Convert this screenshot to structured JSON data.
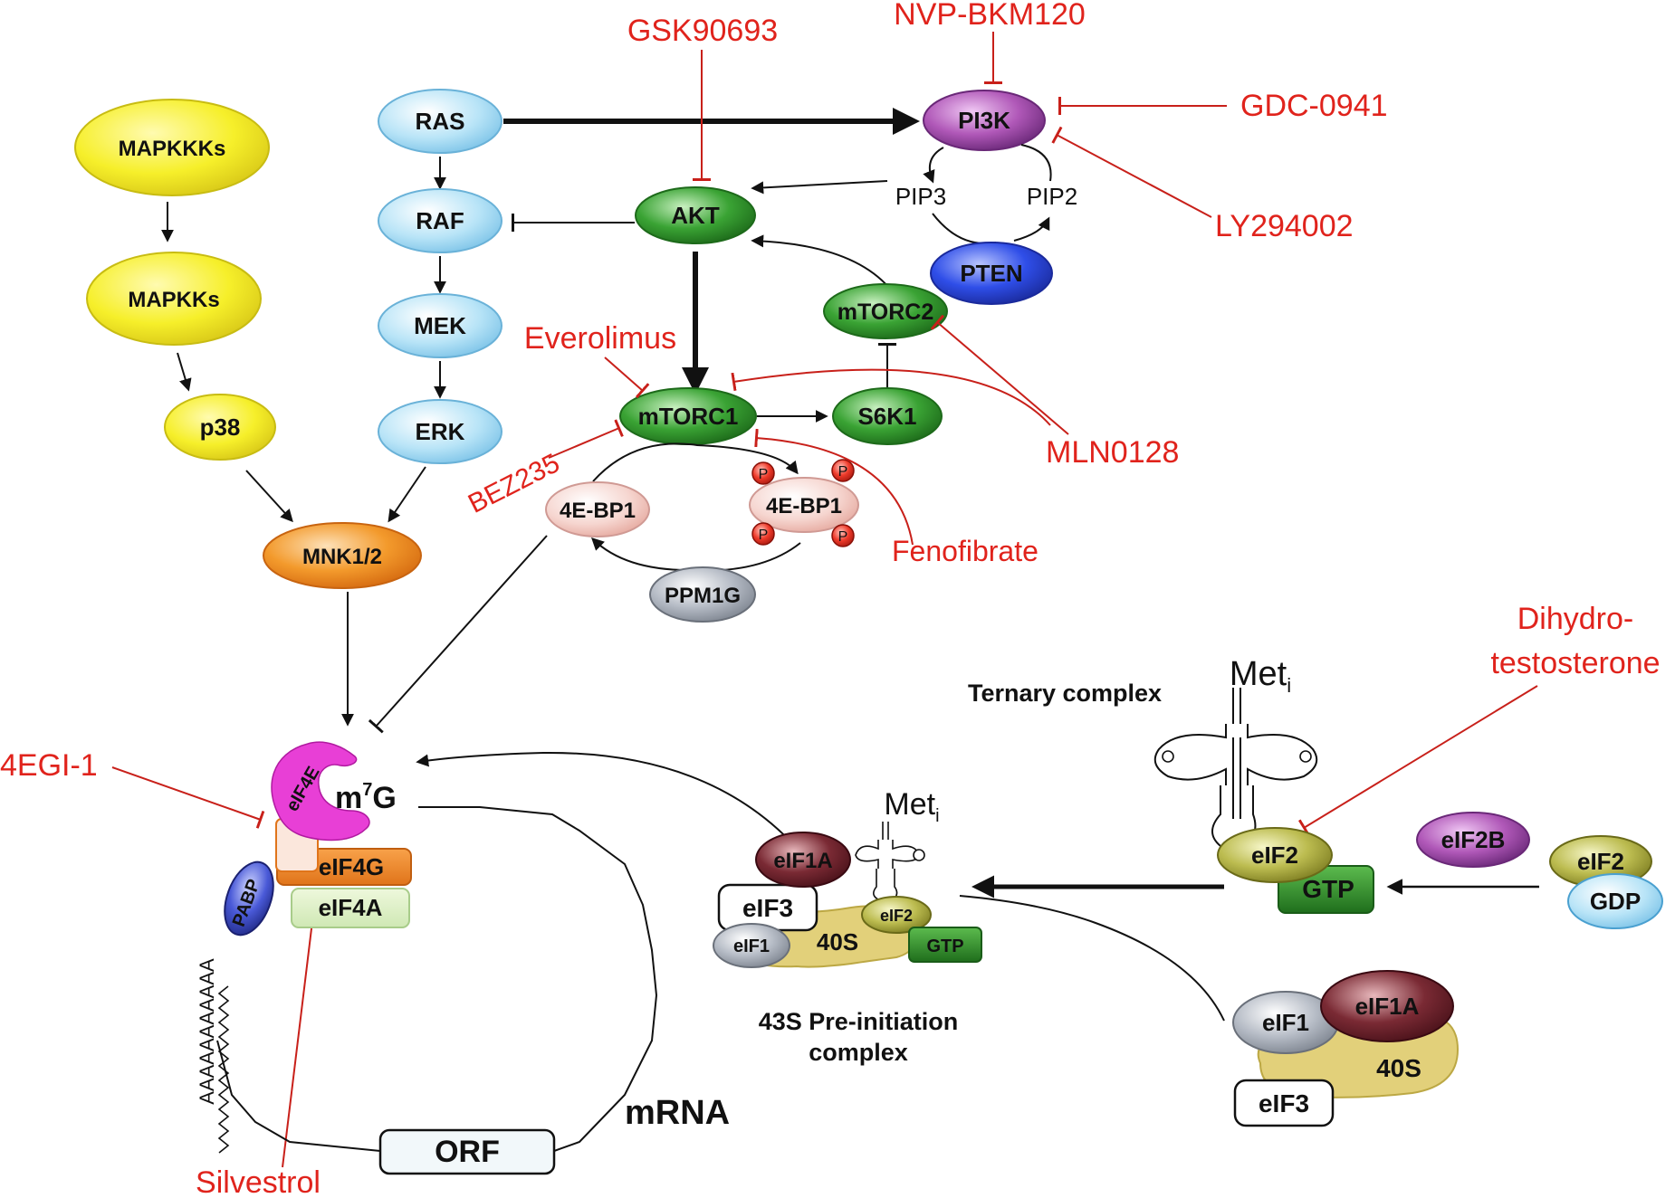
{
  "mapk": {
    "mapkkks": "MAPKKKs",
    "mapkks": "MAPKKs",
    "p38": "p38",
    "mnk": "MNK1/2"
  },
  "ras_path": {
    "ras": "RAS",
    "raf": "RAF",
    "mek": "MEK",
    "erk": "ERK"
  },
  "pi3k_path": {
    "pi3k": "PI3K",
    "pip3": "PIP3",
    "pip2": "PIP2",
    "pten": "PTEN",
    "akt": "AKT",
    "mtorc2": "mTORC2",
    "mtorc1": "mTORC1",
    "s6k1": "S6K1",
    "bp1_left": "4E-BP1",
    "bp1_right": "4E-BP1",
    "p": "P",
    "ppm1g": "PPM1G"
  },
  "drugs": {
    "gsk": "GSK90693",
    "nvp": "NVP-BKM120",
    "gdc": "GDC-0941",
    "ly": "LY294002",
    "everolimus": "Everolimus",
    "mln": "MLN0128",
    "bez": "BEZ235",
    "fenofibrate": "Fenofibrate",
    "egi": "4EGI-1",
    "silvestrol": "Silvestrol",
    "dht_line1": "Dihydro-",
    "dht_line2": "testosterone"
  },
  "cap_complex": {
    "eif4e": "eIF4E",
    "m7g_main": "m",
    "m7g_sup": "7",
    "m7g_tail": "G",
    "eif4g": "eIF4G",
    "eif4a": "eIF4A",
    "pabp": "PABP",
    "polya": "AAAAAAAAAAA",
    "orf": "ORF",
    "mrna": "mRNA"
  },
  "initiation": {
    "ternary_title": "Ternary complex",
    "met": "Met",
    "met_sub": "i",
    "eif2": "eIF2",
    "gtp": "GTP",
    "eif2b": "eIF2B",
    "gdp": "GDP",
    "pic_eif1a": "eIF1A",
    "pic_eif3": "eIF3",
    "pic_eif1": "eIF1",
    "pic_eif2": "eIF2",
    "pic_40s": "40S",
    "pic_gtp": "GTP",
    "pic_title_1": "43S Pre-initiation",
    "pic_title_2": "complex",
    "sub_eif1": "eIF1",
    "sub_eif1a": "eIF1A",
    "sub_40s": "40S",
    "sub_eif3": "eIF3"
  },
  "colors": {
    "yellow": "#f3ee2a",
    "light_blue": "#a9dcf3",
    "green": "#2f8f2a",
    "purple": "#a04fa8",
    "blue": "#2a3fd8",
    "orange": "#f08a1e",
    "magenta": "#e83fd6",
    "drug_red": "#e0231c"
  }
}
